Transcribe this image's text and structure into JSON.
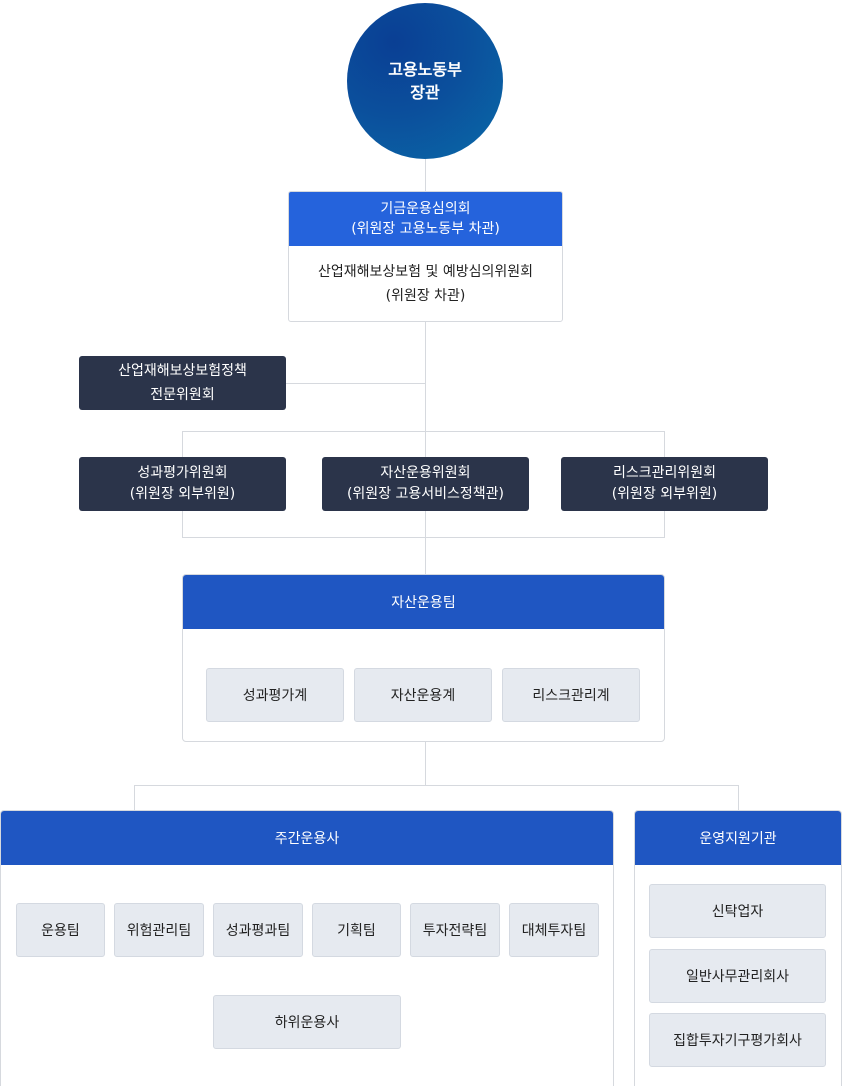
{
  "minister": {
    "line1": "고용노동부",
    "line2": "장관"
  },
  "fund_council": {
    "title_line1": "기금운용심의회",
    "title_line2": "(위원장 고용노동부 차관)",
    "sub_line1": "산업재해보상보험 및 예방심의위원회",
    "sub_line2": "(위원장 차관)"
  },
  "policy_committee": {
    "line1": "산업재해보상보험정책",
    "line2": "전문위원회"
  },
  "committees": [
    {
      "line1": "성과평가위원회",
      "line2": "(위원장 외부위원)"
    },
    {
      "line1": "자산운용위원회",
      "line2": "(위원장 고용서비스정책관)"
    },
    {
      "line1": "리스크관리위원회",
      "line2": "(위원장 외부위원)"
    }
  ],
  "asset_team": {
    "title": "자산운용팀",
    "units": [
      "성과평가계",
      "자산운용계",
      "리스크관리계"
    ]
  },
  "main_manager": {
    "title": "주간운용사",
    "teams": [
      "운용팀",
      "위험관리팀",
      "성과평과팀",
      "기획팀",
      "투자전략팀",
      "대체투자팀"
    ],
    "sub": "하위운용사"
  },
  "support": {
    "title": "운영지원기관",
    "items": [
      "신탁업자",
      "일반사무관리회사",
      "집합투자기구평가회사"
    ]
  },
  "colors": {
    "minister_gradient_start": "#0a3f94",
    "minister_gradient_end": "#0a6aa8",
    "council_header": "#2563dc",
    "dark_box": "#2b344a",
    "panel_header": "#1f56c2",
    "gray_box": "#e6eaf0",
    "connector": "#d6d9de"
  }
}
